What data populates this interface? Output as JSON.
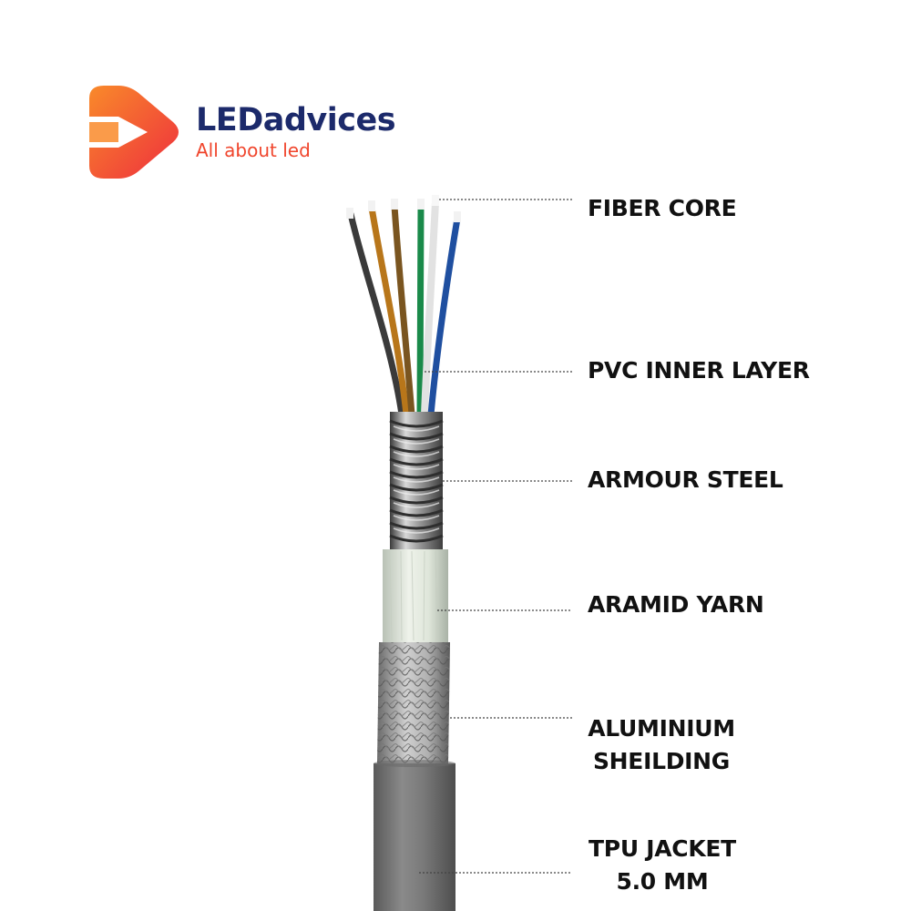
{
  "brand": {
    "name": "LEDadvices",
    "tagline": "All about led",
    "colors": {
      "name": "#1c2a6b",
      "tagline": "#f0452c",
      "logo_start": "#f97a2a",
      "logo_end": "#ee2e3e"
    },
    "icon": "play-arrow-logo-icon"
  },
  "labels": {
    "fiber_core": "FIBER CORE",
    "pvc_inner_layer": "PVC INNER LAYER",
    "armour_steel": "ARMOUR STEEL",
    "aramid_yarn": "ARAMID YARN",
    "aluminium_line1": "ALUMINIUM",
    "aluminium_line2": "SHEILDING",
    "tpu_line1": "TPU JACKET",
    "tpu_line2": "5.0 MM"
  },
  "fiber_colors": [
    "#3a3a3a",
    "#b8761a",
    "#7a5520",
    "#1a8a4a",
    "#e8e8e8",
    "#1f4fa0"
  ]
}
